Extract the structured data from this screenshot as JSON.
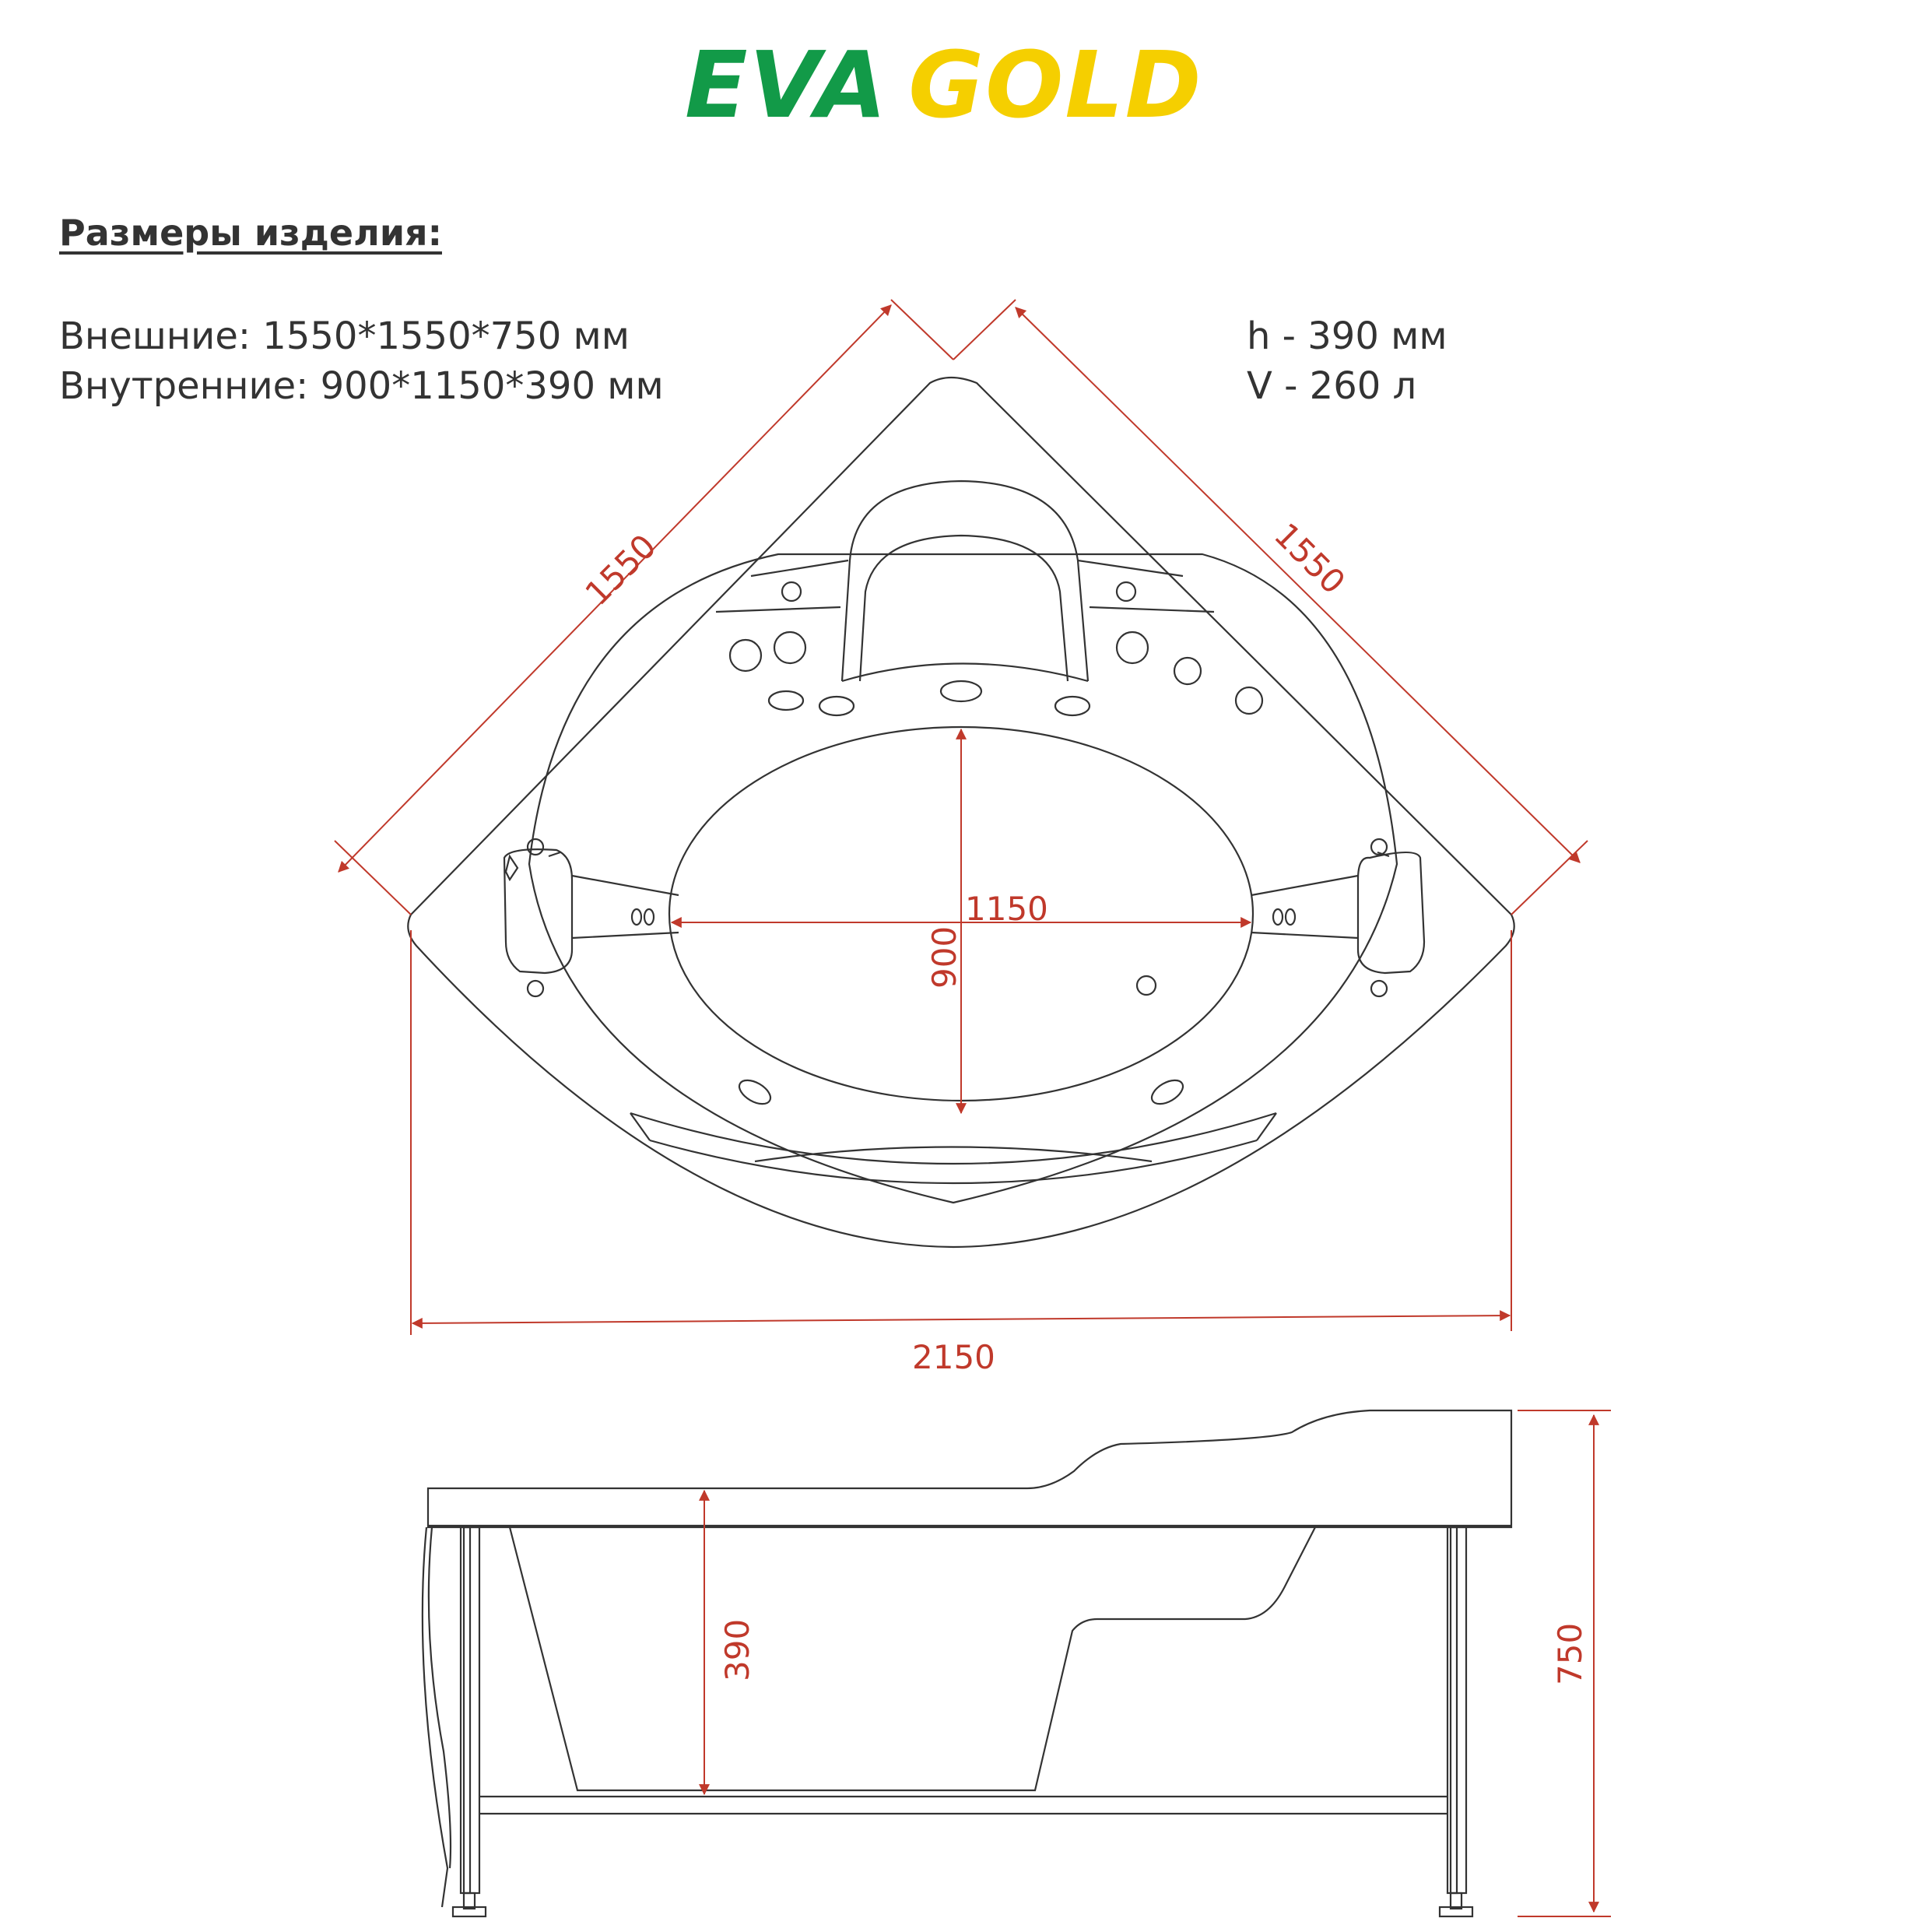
{
  "brand": {
    "part1": "EVA",
    "part2": "GOLD",
    "colors": {
      "eva": "#129a48",
      "gold": "#f5cf00"
    }
  },
  "heading": "Размеры изделия:",
  "specs": {
    "external": "Внешние: 1550*1550*750 мм",
    "internal": "Внутренние: 900*1150*390 мм",
    "height": "h - 390 мм",
    "volume": "V - 260 л"
  },
  "dimensions": {
    "side_left": "1550",
    "side_right": "1550",
    "inner_length": "1150",
    "inner_width": "900",
    "overall_width": "2150",
    "inner_depth": "390",
    "overall_height": "750"
  },
  "colors": {
    "dimension": "#c0392b",
    "outline": "#333333"
  }
}
